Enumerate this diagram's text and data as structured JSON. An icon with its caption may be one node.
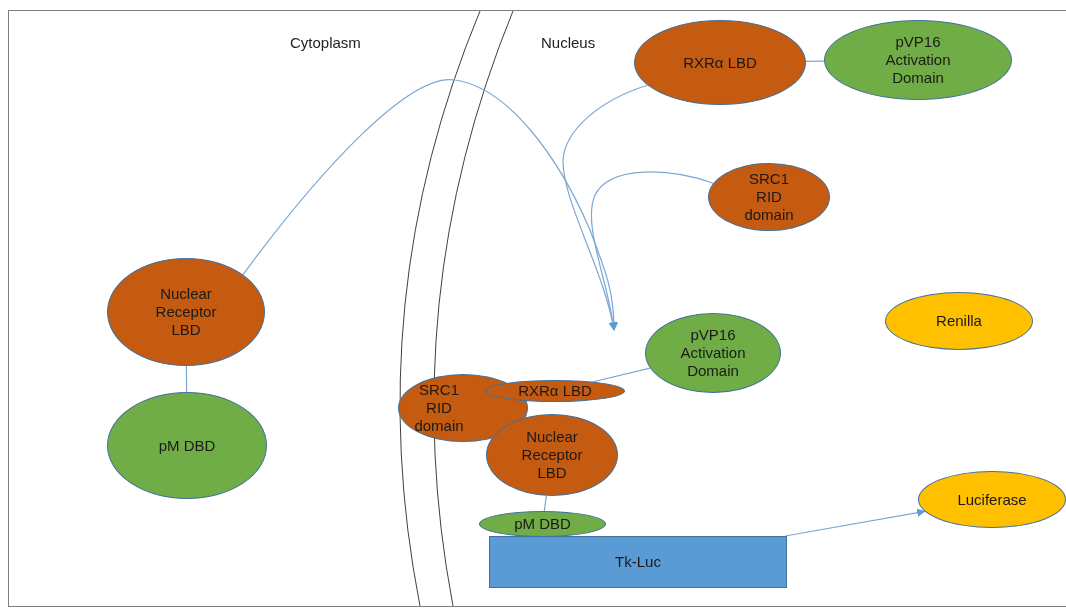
{
  "diagram": {
    "nodes": [
      {
        "text": [
          "RXRα LBD"
        ]
      },
      {
        "text": [
          "pVP16 Activation Domain"
        ]
      },
      {
        "text": [
          "SRC1 RID domain"
        ]
      },
      {
        "text": [
          "Nuclear Receptor LBD"
        ]
      },
      {
        "text": [
          "pVP16 Activation Domain"
        ]
      },
      {
        "text": [
          "Renilla"
        ]
      },
      {
        "text": [
          "SRC1 RID domain"
        ]
      },
      {
        "text": [
          "RXRα LBD"
        ]
      },
      {
        "text": [
          "Nuclear Receptor LBD"
        ]
      },
      {
        "text": [
          "pM DBD"
        ]
      },
      {
        "text": [
          "pM DBD"
        ]
      },
      {
        "text": [
          "Tk-Luc"
        ]
      },
      {
        "text": [
          "Luciferase"
        ]
      }
    ],
    "edges": [
      {
        "from": 0,
        "to": 1,
        "arrow": "none"
      },
      {
        "from": 3,
        "to": 9,
        "arrow": "none"
      },
      {
        "from": 3,
        "to": null,
        "arrow": "to"
      },
      {
        "from": 0,
        "to": null,
        "arrow": "to"
      },
      {
        "from": 2,
        "to": null,
        "arrow": "to"
      },
      {
        "from": 4,
        "to": 7,
        "arrow": "none"
      },
      {
        "from": 8,
        "to": 10,
        "arrow": "none"
      },
      {
        "from": 11,
        "to": 12,
        "arrow": "to"
      }
    ],
    "labels": [
      "Cytoplasm",
      "Nucleus"
    ]
  }
}
